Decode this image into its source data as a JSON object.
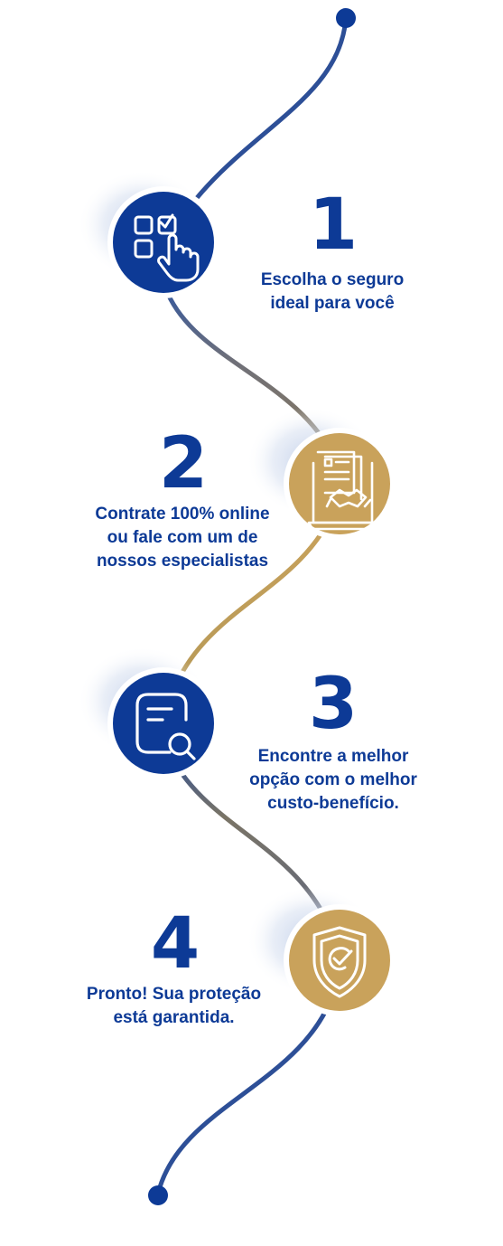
{
  "colors": {
    "blue": "#0d3a96",
    "gold": "#c9a25b",
    "path_gray": "#6f7079",
    "halo": "#c7d4ea"
  },
  "steps": [
    {
      "number": "1",
      "text": "Escolha o seguro\nideal para você",
      "icon": "checklist-touch-icon",
      "circle_color": "blue"
    },
    {
      "number": "2",
      "text": "Contrate 100% online\nou fale com um de\nnossos especialistas",
      "icon": "contract-handshake-icon",
      "circle_color": "gold"
    },
    {
      "number": "3",
      "text": "Encontre a melhor\nopção com o melhor\ncusto-benefício.",
      "icon": "document-search-icon",
      "circle_color": "blue"
    },
    {
      "number": "4",
      "text": "Pronto! Sua proteção\nestá garantida.",
      "icon": "shield-check-icon",
      "circle_color": "gold"
    }
  ]
}
